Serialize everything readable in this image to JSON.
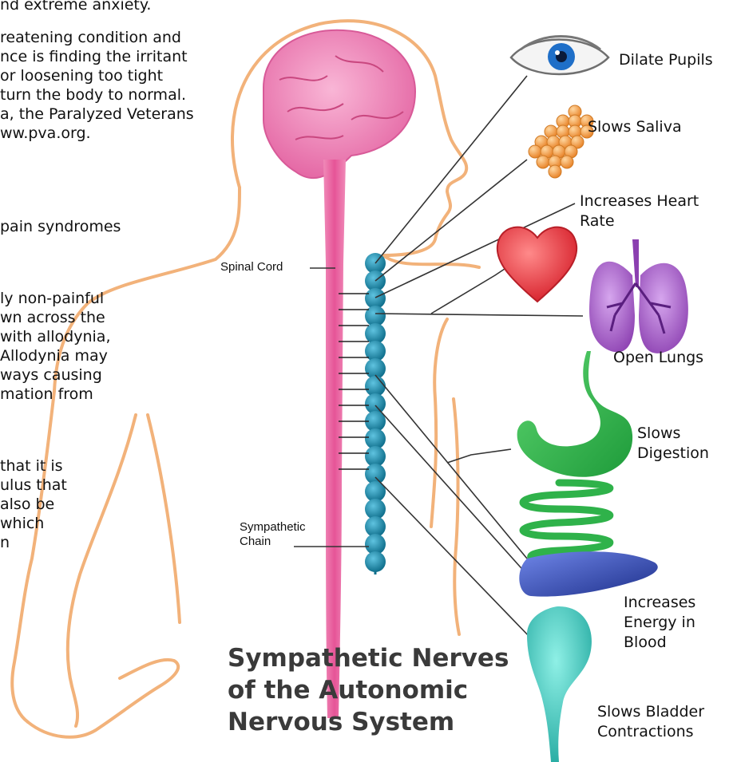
{
  "paragraph_lines": [
    "nd extreme anxiety.",
    "reatening  condition  and",
    "nce is finding the irritant",
    "  or  loosening too tight",
    "turn the body to normal.",
    "a, the Paralyzed Veterans",
    "ww.pva.org.",
    "  pain  syndromes",
    "ly non-painful",
    "wn across the",
    "with allodynia,",
    "Allodynia may",
    "ways causing",
    "mation from",
    "that  it  is",
    "ulus that",
    "  also be",
    "which",
    "n"
  ],
  "diagram": {
    "title_lines": [
      "Sympathetic Nerves",
      "of the Autonomic",
      "Nervous System"
    ],
    "spinal_cord_label": "Spinal Cord",
    "sympathetic_chain_label": [
      "Sympathetic",
      "Chain"
    ],
    "organ_labels": {
      "eye": "Dilate Pupils",
      "saliva": "Slows Saliva",
      "heart": [
        "Increases Heart",
        "Rate"
      ],
      "lungs": "Open Lungs",
      "stomach": [
        "Slows",
        "Digestion"
      ],
      "liver": [
        "Increases",
        "Energy in",
        "Blood"
      ],
      "bladder": [
        "Slows Bladder",
        "Contractions"
      ]
    },
    "colors": {
      "brain": "#f08ab8",
      "spinal_cord": "#e9559a",
      "body_outline": "#f2b27a",
      "chain": "#1f8fb0",
      "heart": "#e63b3b",
      "lungs": "#a35ac8",
      "stomach": "#2fb24a",
      "liver": "#2a3fa0",
      "bladder": "#37c2b8",
      "saliva": "#f29a3a",
      "eye_iris": "#1f6fc8"
    }
  }
}
